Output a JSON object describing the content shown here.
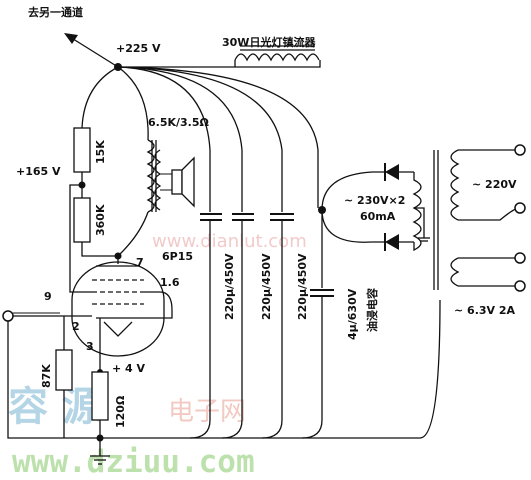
{
  "labels": {
    "to_other_channel": "去另一通道",
    "b_plus_225": "+225 V",
    "ballast": "30W日光灯镇流器",
    "output_transformer": "6.5K/3.5Ω",
    "r15k": "15K",
    "r360k": "360K",
    "b_plus_165": "+165 V",
    "tube": "6P15",
    "pin7": "7",
    "pin9": "9",
    "pin16": "1.6",
    "pin2": "2",
    "pin3": "3",
    "cap1": "220μ/450V",
    "cap2": "220μ/450V",
    "cap3": "220μ/450V",
    "oil_cap_value": "4μ/630V",
    "oil_cap_type": "油浸电容",
    "hv_secondary": "~ 230V×2",
    "hv_current": "60mA",
    "mains": "~ 220V",
    "heater": "~ 6.3V 2A",
    "r87k": "87K",
    "cathode_v": "+ 4 V",
    "r120": "120Ω"
  },
  "watermark": {
    "logo_cn": "容 源",
    "logo_sub": "电子网",
    "url_top": "www.dianlut.com",
    "url_bottom": "www.dziuu.com"
  },
  "colors": {
    "ink": "#111111",
    "watermark_blue": "#5aa3c8",
    "watermark_green": "#87c96a",
    "watermark_red": "#e8a090"
  }
}
